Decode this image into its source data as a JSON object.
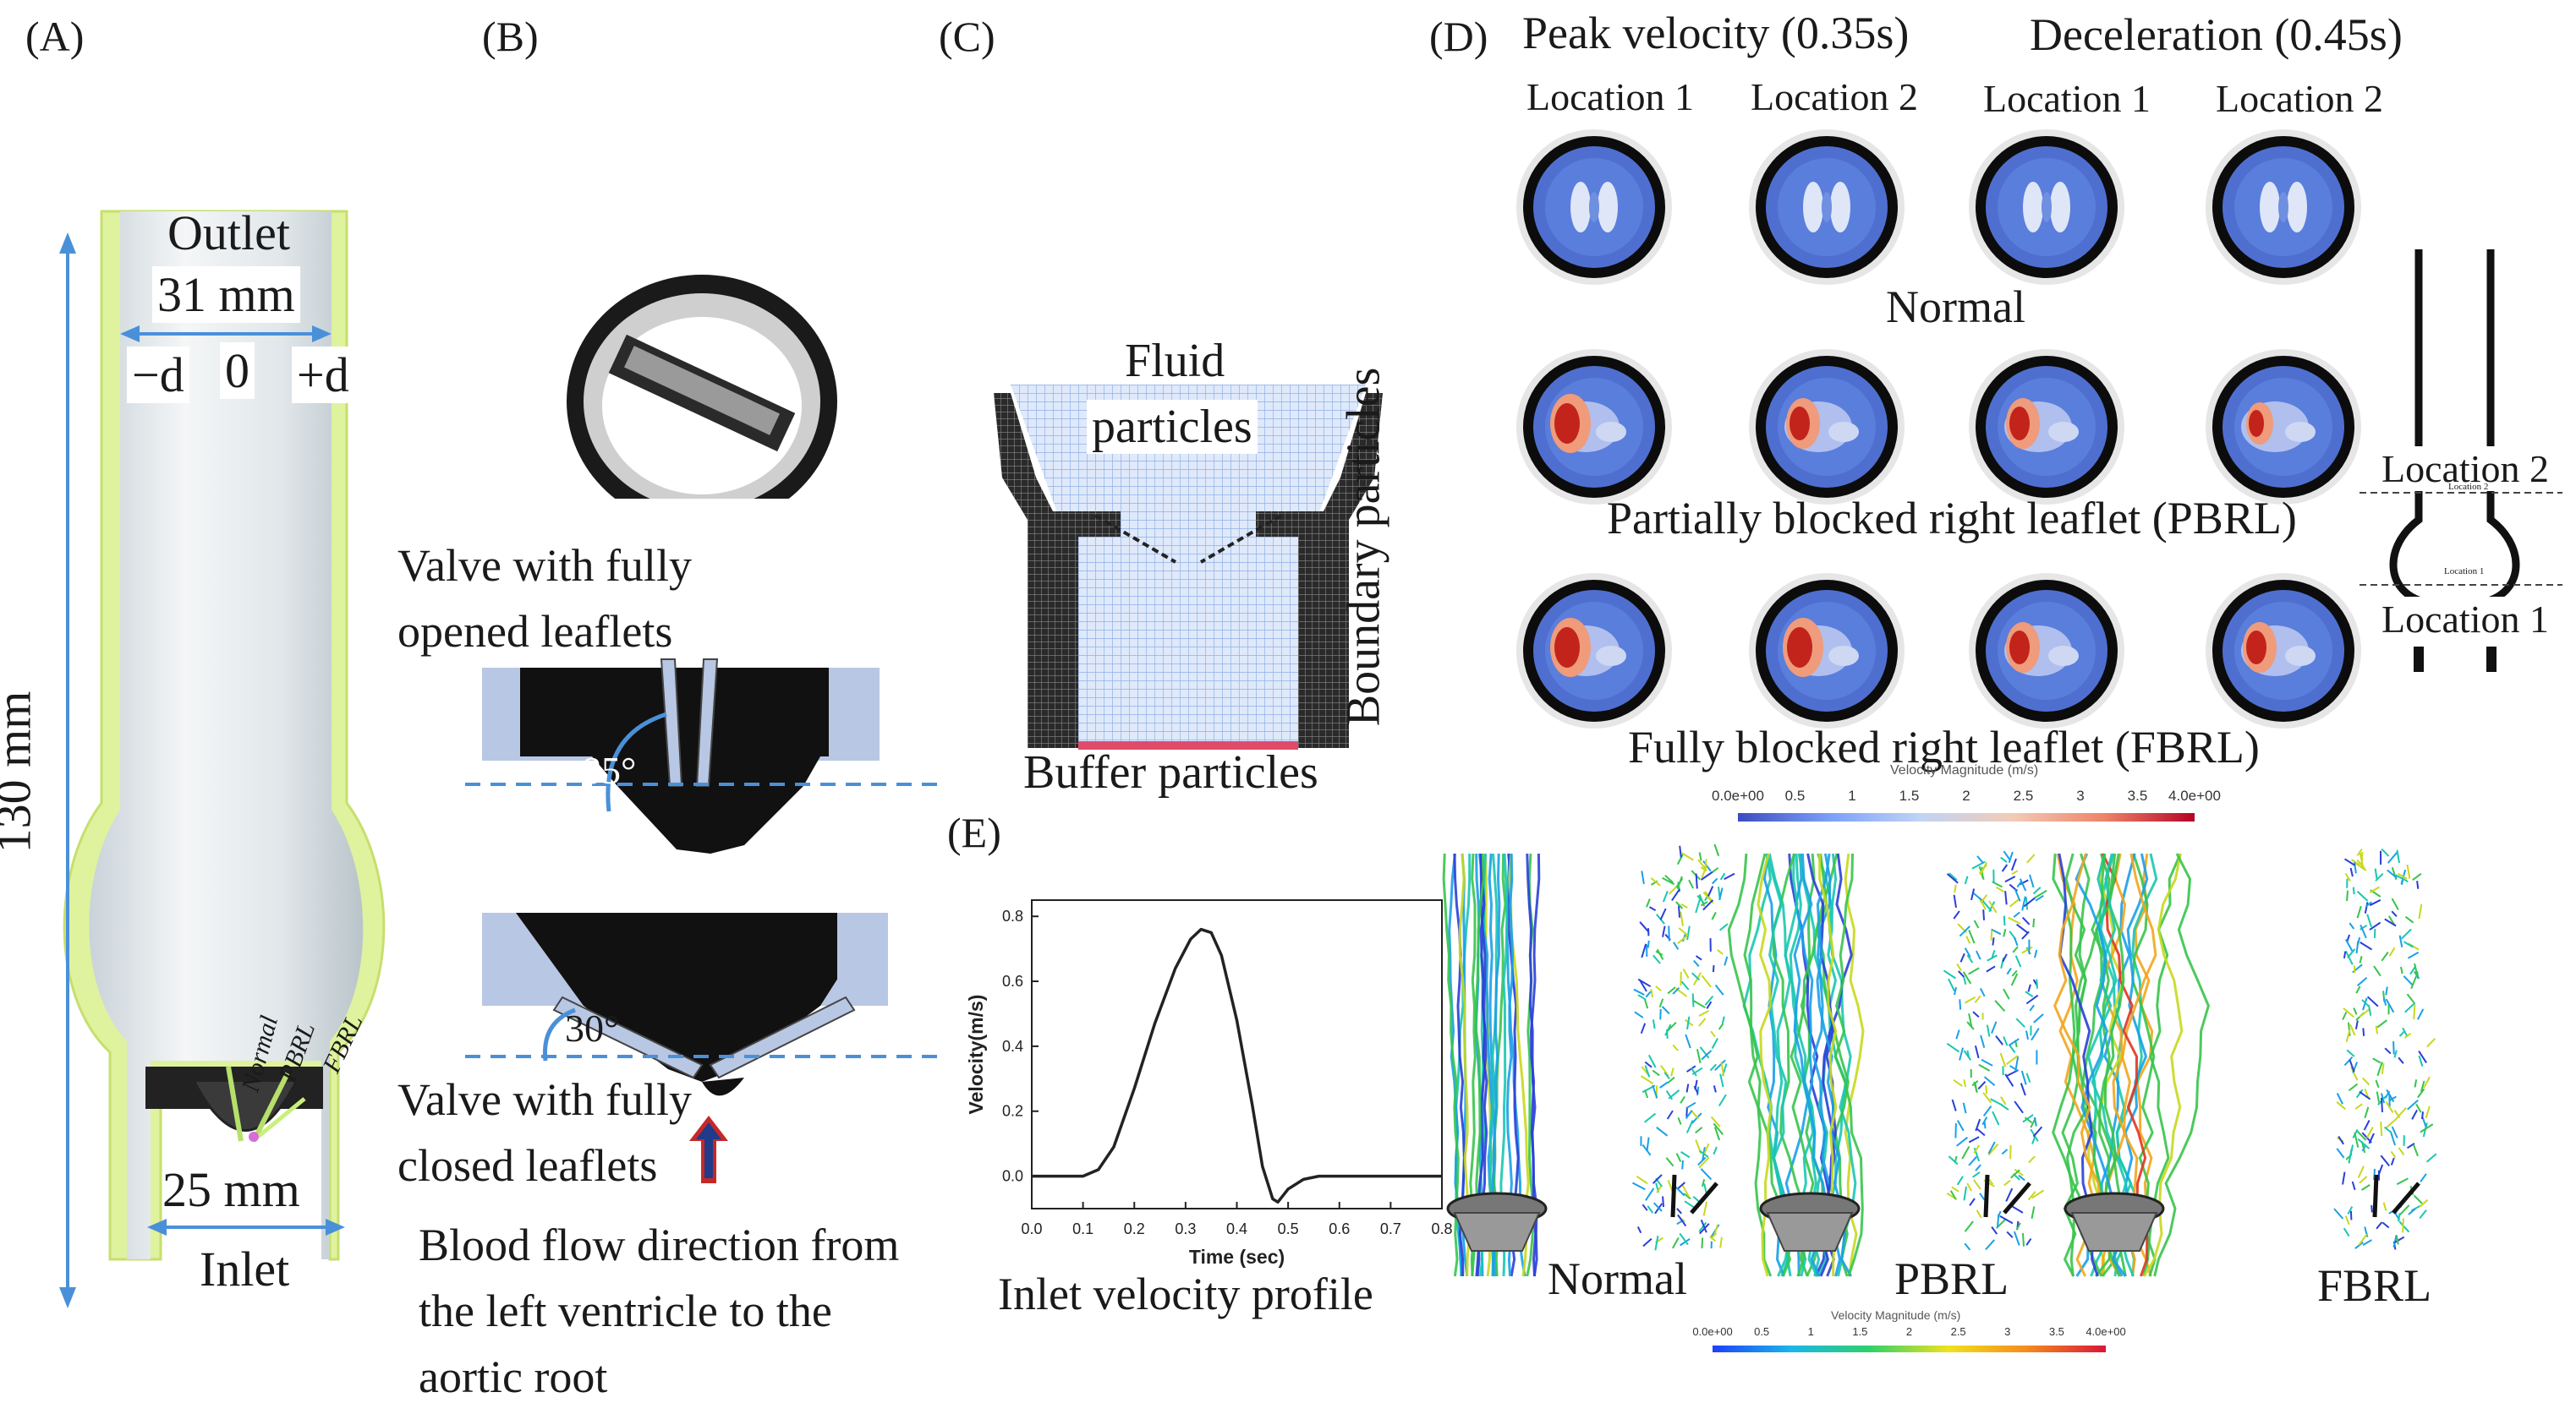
{
  "panels": {
    "a": {
      "label": "(A)",
      "outlet": "Outlet",
      "outlet_diameter": "31 mm",
      "minus_d": "−d",
      "zero": "0",
      "plus_d": "+d",
      "height": "130 mm",
      "inlet": "Inlet",
      "inlet_diameter": "25 mm",
      "leaflet_labels": [
        "Normal",
        "PBRL",
        "FBRL"
      ]
    },
    "b": {
      "label": "(B)",
      "open_caption_line1": "Valve with fully",
      "open_caption_line2": "opened leaflets",
      "open_angle": "85°",
      "closed_angle": "30°",
      "closed_caption_line1": "Valve with fully",
      "closed_caption_line2": "closed leaflets",
      "flow_caption_line1": "Blood flow direction from",
      "flow_caption_line2": "the left ventricle to the",
      "flow_caption_line3": "aortic root"
    },
    "c": {
      "label": "(C)",
      "fluid_line1": "Fluid",
      "fluid_line2": "particles",
      "boundary": "Boundary particles",
      "buffer": "Buffer particles"
    },
    "d": {
      "label": "(D)",
      "peak": "Peak velocity (0.35s)",
      "decel": "Deceleration (0.45s)",
      "location_headers": [
        "Location 1",
        "Location 2",
        "Location 1",
        "Location 2"
      ],
      "row_labels": [
        "Normal",
        "Partially blocked right leaflet (PBRL)",
        "Fully blocked right leaflet (FBRL)"
      ],
      "schematic_loc2": "Location 2",
      "schematic_loc1": "Location 1",
      "schematic_small_loc2": "Location 2",
      "schematic_small_loc1": "Location 1",
      "colorbar_title": "Velocity Magnitude (m/s)",
      "colorbar_ticks": [
        "0.0e+00",
        "0.5",
        "1",
        "1.5",
        "2",
        "2.5",
        "3",
        "3.5",
        "4.0e+00"
      ],
      "streamline_labels": [
        "Normal",
        "PBRL",
        "FBRL"
      ],
      "colorbar2_title": "Velocity Magnitude (m/s)",
      "colorbar2_ticks": [
        "0.0e+00",
        "0.5",
        "1",
        "1.5",
        "2",
        "2.5",
        "3",
        "3.5",
        "4.0e+00"
      ]
    },
    "e": {
      "label": "(E)",
      "caption": "Inlet velocity profile"
    }
  },
  "chart_data": {
    "type": "line",
    "xlabel": "Time (sec)",
    "ylabel": "Velocity(m/s)",
    "xlim": [
      0.0,
      0.8
    ],
    "ylim": [
      -0.1,
      0.85
    ],
    "xticks": [
      "0.0",
      "0.1",
      "0.2",
      "0.3",
      "0.4",
      "0.5",
      "0.6",
      "0.7",
      "0.8"
    ],
    "yticks": [
      "0.0",
      "0.2",
      "0.4",
      "0.6",
      "0.8"
    ],
    "x": [
      0.0,
      0.05,
      0.1,
      0.13,
      0.16,
      0.2,
      0.24,
      0.28,
      0.31,
      0.33,
      0.35,
      0.37,
      0.4,
      0.43,
      0.45,
      0.47,
      0.48,
      0.5,
      0.53,
      0.56,
      0.6,
      0.7,
      0.8
    ],
    "y": [
      0.0,
      0.0,
      0.0,
      0.02,
      0.09,
      0.27,
      0.47,
      0.64,
      0.73,
      0.76,
      0.75,
      0.68,
      0.48,
      0.22,
      0.03,
      -0.07,
      -0.08,
      -0.04,
      -0.01,
      0.0,
      0.0,
      0.0,
      0.0
    ]
  }
}
